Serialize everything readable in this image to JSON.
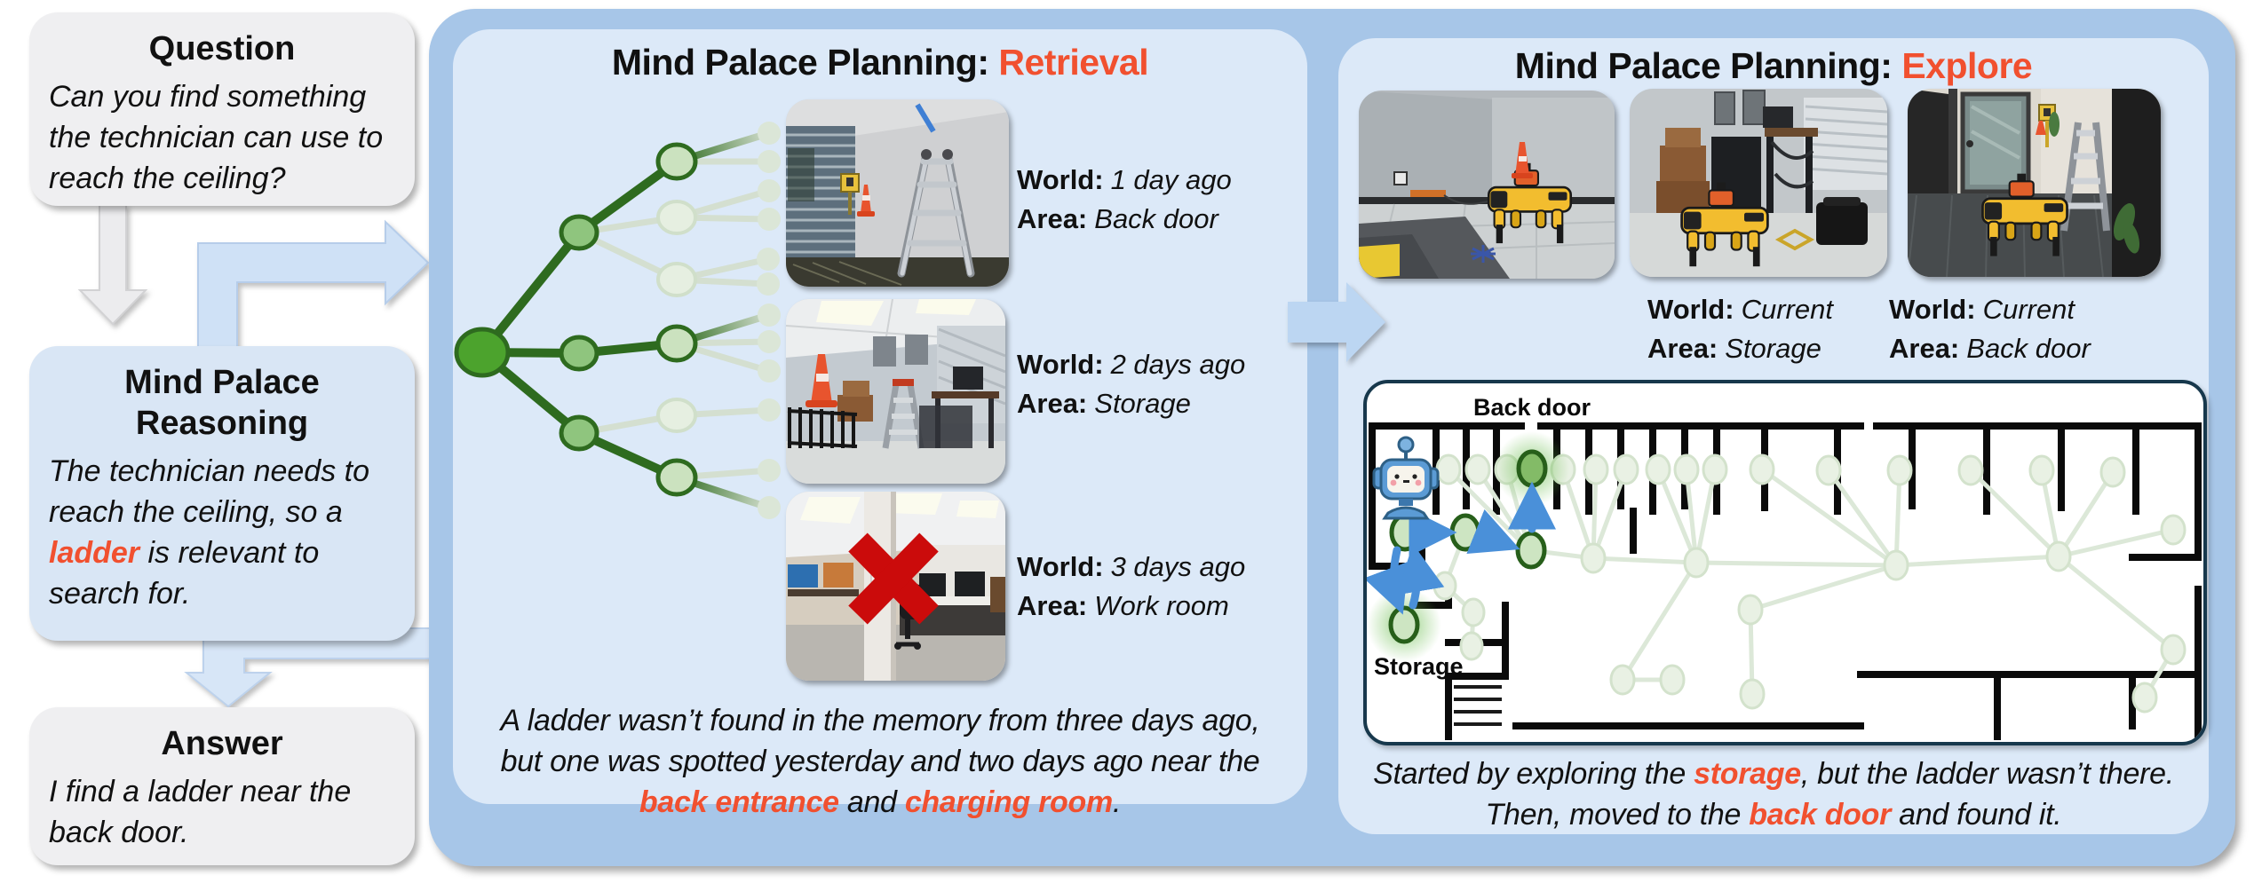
{
  "accent_color": "#f1502f",
  "labels": {
    "world": "World:",
    "area": "Area:"
  },
  "left_flow": {
    "question": {
      "title": "Question",
      "body": "Can you find something the technician can use to reach the ceiling?"
    },
    "reasoning": {
      "title": "Mind Palace Reasoning",
      "body": [
        {
          "t": "The technician needs to reach the ceiling, so a ",
          "s": "plain"
        },
        {
          "t": "ladder",
          "s": "accent"
        },
        {
          "t": " is relevant to search for.",
          "s": "plain"
        }
      ]
    },
    "answer": {
      "title": "Answer",
      "body": "I find a ladder near the back door."
    }
  },
  "retrieval": {
    "title": {
      "prefix": "Mind Palace Planning: ",
      "accent": "Retrieval"
    },
    "memories": [
      {
        "photo": "ladder-by-back-door",
        "world": "1 day ago",
        "area": "Back door",
        "rejected": false
      },
      {
        "photo": "storage-room-step-ladder",
        "world": "2 days ago",
        "area": "Storage",
        "rejected": false
      },
      {
        "photo": "work-room-desks",
        "world": "3 days ago",
        "area": "Work room",
        "rejected": true
      }
    ],
    "caption": [
      {
        "t": "A ladder wasn’t found in the memory from three days ago, but one was spotted yesterday and two days ago near the ",
        "s": "plain"
      },
      {
        "t": "back entrance",
        "s": "accent"
      },
      {
        "t": " and ",
        "s": "plain"
      },
      {
        "t": "charging room",
        "s": "accent"
      },
      {
        "t": ".",
        "s": "plain"
      }
    ]
  },
  "explore": {
    "title": {
      "prefix": "Mind Palace Planning: ",
      "accent": "Explore"
    },
    "observations": [
      {
        "photo": "robot-at-storage",
        "world": "Current",
        "area": "Storage"
      },
      {
        "photo": "robot-at-back-door",
        "world": "Current",
        "area": "Back door"
      }
    ],
    "map": {
      "back_door_label": "Back door",
      "storage_label": "Storage"
    },
    "caption": [
      {
        "t": "Started by exploring the ",
        "s": "plain"
      },
      {
        "t": "storage",
        "s": "accent"
      },
      {
        "t": ", but the ladder wasn’t there. Then, moved to the ",
        "s": "plain"
      },
      {
        "t": "back door",
        "s": "accent"
      },
      {
        "t": " and found it.",
        "s": "plain"
      }
    ]
  }
}
